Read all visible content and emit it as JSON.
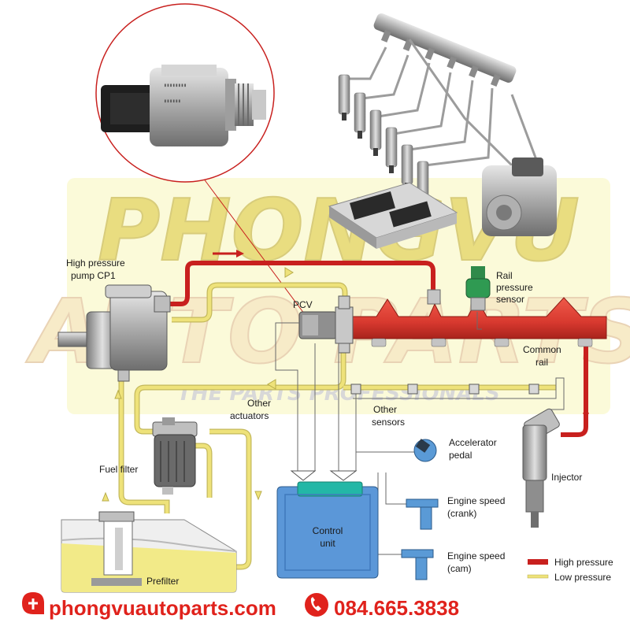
{
  "colors": {
    "high_pressure": "#c8201e",
    "low_pressure": "#eee27a",
    "rail": "#d8392f",
    "control_unit": "#5b97d8",
    "control_unit_top": "#23b7a6",
    "sensor_blue": "#5a9ad6",
    "sensor_green": "#2f8a4a",
    "brand_red": "#e0221c",
    "watermark": "#d8c21a"
  },
  "watermark": {
    "line1": "PHONGVU",
    "line2": "AUTO PARTS",
    "tagline": "THE PARTS PROFESSIONALS"
  },
  "labels": {
    "pump_line1": "High pressure",
    "pump_line2": "pump CP1",
    "pcv": "PCV",
    "rail_sensor_line1": "Rail",
    "rail_sensor_line2": "pressure",
    "rail_sensor_line3": "sensor",
    "common_rail_line1": "Common",
    "common_rail_line2": "rail",
    "other_actuators_line1": "Other",
    "other_actuators_line2": "actuators",
    "other_sensors_line1": "Other",
    "other_sensors_line2": "sensors",
    "accel_line1": "Accelerator",
    "accel_line2": "pedal",
    "fuel_filter": "Fuel filter",
    "injector": "Injector",
    "control_unit_line1": "Control",
    "control_unit_line2": "unit",
    "crank_line1": "Engine speed",
    "crank_line2": "(crank)",
    "cam_line1": "Engine speed",
    "cam_line2": "(cam)",
    "prefilter": "Prefilter"
  },
  "legend": {
    "high": "High pressure",
    "low": "Low pressure"
  },
  "footer": {
    "website": "phongvuautoparts.com",
    "phone": "084.665.3838"
  }
}
